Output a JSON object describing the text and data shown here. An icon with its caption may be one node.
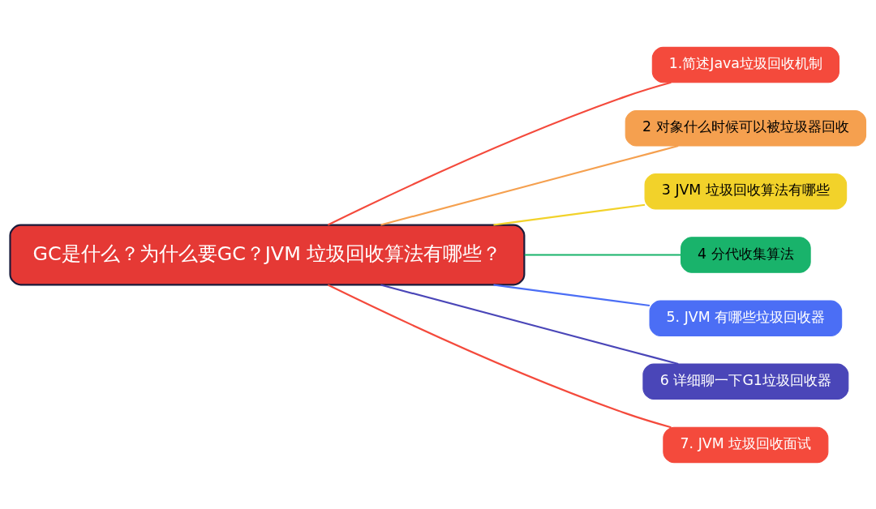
{
  "diagram": {
    "nodes": [
      {
        "text": [
          "GC是什么？为什么要GC？JVM 垃圾回收算法有哪些？"
        ]
      },
      {
        "text": [
          "1.简述Java垃圾回收机制"
        ]
      },
      {
        "text": [
          "2 对象什么时候可以被垃圾器回收"
        ]
      },
      {
        "text": [
          "3 JVM 垃圾回收算法有哪些"
        ]
      },
      {
        "text": [
          "4 分代收集算法"
        ]
      },
      {
        "text": [
          "5. JVM 有哪些垃圾回收器"
        ]
      },
      {
        "text": [
          "6 详细聊一下G1垃圾回收器"
        ]
      },
      {
        "text": [
          "7. JVM 垃圾回收面试"
        ]
      }
    ],
    "edges": [
      {
        "from": 0,
        "to": 1,
        "arrow": "none",
        "color": "#f44a3c"
      },
      {
        "from": 0,
        "to": 2,
        "arrow": "none",
        "color": "#f5a04f"
      },
      {
        "from": 0,
        "to": 3,
        "arrow": "none",
        "color": "#f2d22a"
      },
      {
        "from": 0,
        "to": 4,
        "arrow": "none",
        "color": "#19b36b"
      },
      {
        "from": 0,
        "to": 5,
        "arrow": "none",
        "color": "#4b6ef5"
      },
      {
        "from": 0,
        "to": 6,
        "arrow": "none",
        "color": "#4a46b8"
      },
      {
        "from": 0,
        "to": 7,
        "arrow": "none",
        "color": "#f44a3c"
      }
    ]
  }
}
